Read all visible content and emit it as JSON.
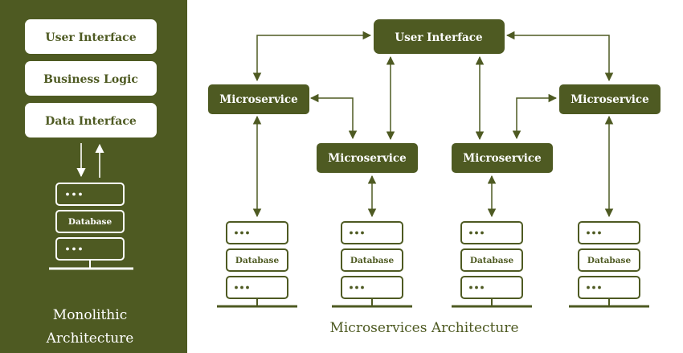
{
  "monolith": {
    "layers": [
      "User Interface",
      "Business Logic",
      "Data Interface"
    ],
    "database_label": "Database",
    "caption_line1": "Monolithic",
    "caption_line2": "Architecture"
  },
  "micro": {
    "ui_label": "User Interface",
    "service_label": "Microservice",
    "database_label": "Database",
    "caption": "Microservices Architecture"
  },
  "colors": {
    "olive": "#4e5a22",
    "white": "#ffffff"
  }
}
